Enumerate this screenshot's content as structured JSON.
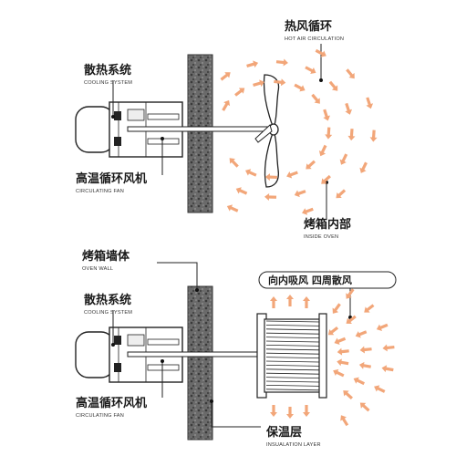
{
  "labels": {
    "hot_air_zh": "热风循环",
    "hot_air_en": "HOT AIR CIRCULATION",
    "cooling_top_zh": "散热系统",
    "cooling_top_en": "COOLING SYSTEM",
    "fan_top_zh": "高温循环风机",
    "fan_top_en": "CIRCULATING FAN",
    "inside_zh": "烤箱内部",
    "inside_en": "INSIDE OVEN",
    "wall_zh": "烤箱墙体",
    "wall_en": "OVEN WALL",
    "cooling_bottom_zh": "散热系统",
    "cooling_bottom_en": "COOLING SYSTEM",
    "suction_zh": "向内吸风  四周散风",
    "fan_bottom_zh": "高温循环风机",
    "fan_bottom_en": "CIRCULATING FAN",
    "insulation_zh": "保温层",
    "insulation_en": "INSUALATION LAYER"
  },
  "colors": {
    "arrow": "#f2a679",
    "line": "#222222",
    "wall": "#555555"
  },
  "icons": {
    "motor": "motor-icon",
    "propeller": "propeller-fan-icon",
    "blower": "squirrel-cage-fan-icon",
    "airflow": "airflow-arrow-icon"
  }
}
